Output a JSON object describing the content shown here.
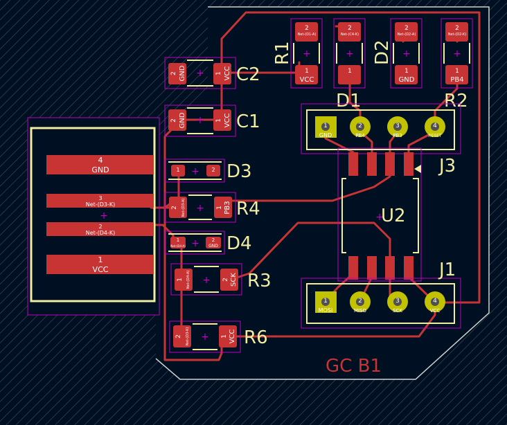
{
  "colors": {
    "background": "#001023",
    "board_edge": "#d0d2cd",
    "copper": "#c83434",
    "silkscreen": "#f2eda1",
    "courtyard": "#c100c1",
    "through_hole": "#c2c200",
    "hole": "#505050",
    "fab_label": "#c83434"
  },
  "board_label": "GC B1",
  "components": {
    "r1": {
      "ref": "R1",
      "pad2": "Net-(D1-A)",
      "pad2_num": "2",
      "pad1": "VCC",
      "pad1_num": "1"
    },
    "d1": {
      "ref": "D1",
      "pad2": "Net-(C4-K)",
      "pad2_num": "2",
      "pad1": "",
      "pad1_num": "1"
    },
    "d2": {
      "ref": "D2",
      "pad2": "Net-(D2-A)",
      "pad2_num": "2",
      "pad1": "GND",
      "pad1_num": "1"
    },
    "r2": {
      "ref": "R2",
      "pad2": "Net-(D2-K)",
      "pad2_num": "2",
      "pad1": "PB4",
      "pad1_num": "1"
    },
    "c2": {
      "ref": "C2",
      "pad2": "GND",
      "pad2_num": "2",
      "pad1": "VCC",
      "pad1_num": "1"
    },
    "c1": {
      "ref": "C1",
      "pad2": "GND",
      "pad2_num": "2",
      "pad1": "VCC",
      "pad1_num": "1"
    },
    "d3": {
      "ref": "D3",
      "pad1_num": "1",
      "pad2_num": "2"
    },
    "r4": {
      "ref": "R4",
      "pad2": "Net-(D3-A)",
      "pad2_num": "2",
      "pad1": "PB3",
      "pad1_num": "1"
    },
    "d4": {
      "ref": "D4",
      "pad1": "Net-(D4-A)",
      "pad1_num": "1",
      "pad2": "GND",
      "pad2_num": "2"
    },
    "r3": {
      "ref": "R3",
      "pad1": "Net-(D4-A)",
      "pad1_num": "1",
      "pad2": "SCK",
      "pad2_num": "2"
    },
    "r6": {
      "ref": "R6",
      "pad2": "Net-(D3-K)",
      "pad2_num": "2",
      "pad1": "VCC",
      "pad1_num": "1"
    },
    "u2": {
      "ref": "U2"
    },
    "j3": {
      "ref": "J3",
      "pins": [
        {
          "num": "1",
          "net": "GND"
        },
        {
          "num": "2",
          "net": "PB4"
        },
        {
          "num": "3",
          "net": "PB3"
        },
        {
          "num": "4",
          "net": "RESET"
        }
      ]
    },
    "j1": {
      "ref": "J1",
      "pins": [
        {
          "num": "1",
          "net": "MOSI"
        },
        {
          "num": "2",
          "net": "MISO"
        },
        {
          "num": "3",
          "net": "SCK"
        },
        {
          "num": "4",
          "net": "VCC"
        }
      ]
    },
    "conn": {
      "pads": [
        {
          "num": "4",
          "net": "GND"
        },
        {
          "num": "3",
          "net": "Net-(D3-K)"
        },
        {
          "num": "2",
          "net": "Net-(D4-K)"
        },
        {
          "num": "1",
          "net": "VCC"
        }
      ]
    }
  }
}
